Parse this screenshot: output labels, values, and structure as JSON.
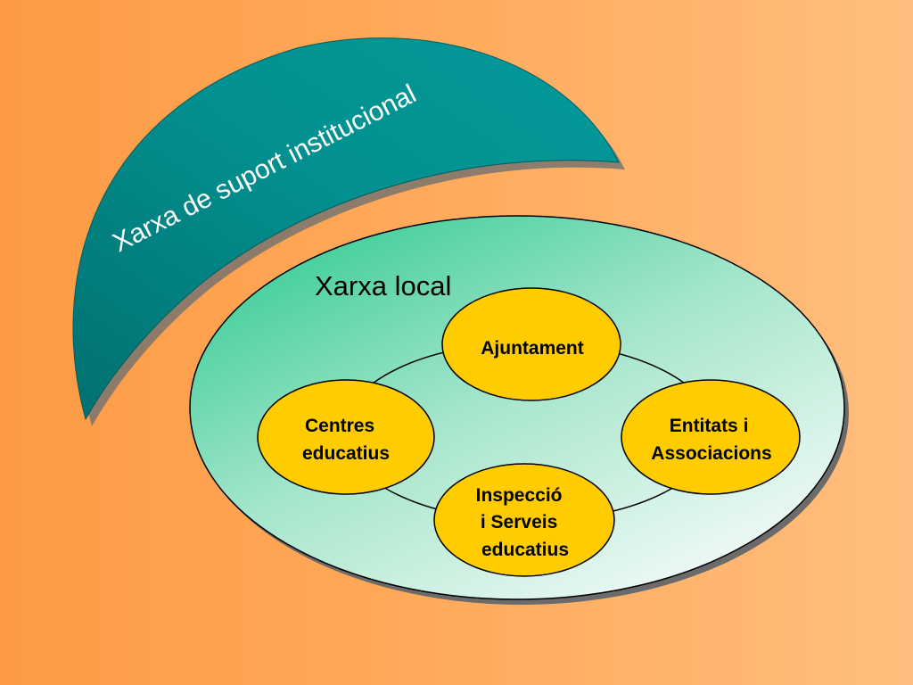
{
  "diagram": {
    "support_network_label": "Xarxa de suport institucional",
    "local_network_label": "Xarxa local",
    "nodes": [
      {
        "id": "ajuntament",
        "lines": [
          "Ajuntament"
        ]
      },
      {
        "id": "centres",
        "lines": [
          "Centres",
          "educatius"
        ]
      },
      {
        "id": "entitats",
        "lines": [
          "Entitats i",
          "Associacions"
        ]
      },
      {
        "id": "inspeccio",
        "lines": [
          "Inspecció",
          "i Serveis",
          "educatius"
        ]
      }
    ]
  },
  "colors": {
    "background_left": "#fe9a44",
    "background_right": "#ffbe7e",
    "arc_fill": "#039494",
    "arc_fill_dark": "#027070",
    "arc_shadow": "#707070",
    "local_fill_top": "#4dd0a0",
    "local_fill_bottom": "#f2fbf7",
    "node_fill": "#ffcc00",
    "outline": "#000000"
  }
}
